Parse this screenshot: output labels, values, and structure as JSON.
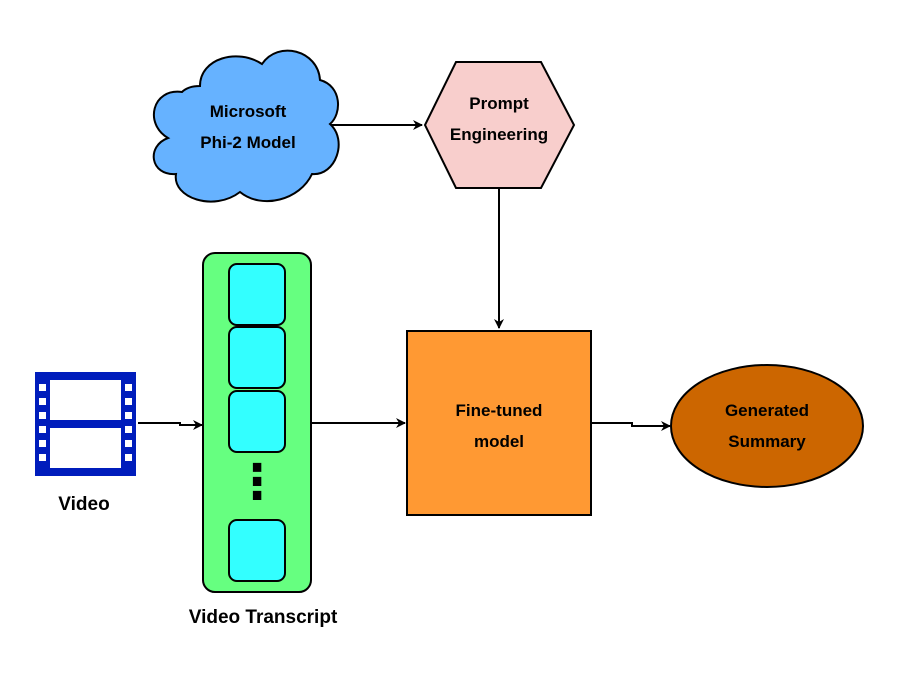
{
  "diagram": {
    "nodes": {
      "phi2": {
        "line1": "Microsoft",
        "line2": "Phi-2 Model",
        "fill": "#66B2FF"
      },
      "prompt": {
        "line1": "Prompt",
        "line2": "Engineering",
        "fill": "#F8CECC"
      },
      "finetuned": {
        "line1": "Fine-tuned",
        "line2": "model",
        "fill": "#FF9933"
      },
      "summary": {
        "line1": "Generated",
        "line2": "Summary",
        "fill": "#CC6600"
      },
      "transcript": {
        "fill": "#66FF80",
        "segment_fill": "#33FFFF",
        "ellipsis": "⋮"
      }
    },
    "captions": {
      "video": "Video",
      "transcript": "Video Transcript"
    },
    "icons": {
      "video": {
        "name": "film-strip-icon",
        "color": "#001DBC"
      }
    },
    "edges": [
      {
        "from": "phi2",
        "to": "prompt"
      },
      {
        "from": "prompt",
        "to": "finetuned"
      },
      {
        "from": "video",
        "to": "transcript"
      },
      {
        "from": "transcript",
        "to": "finetuned"
      },
      {
        "from": "finetuned",
        "to": "summary"
      }
    ]
  }
}
